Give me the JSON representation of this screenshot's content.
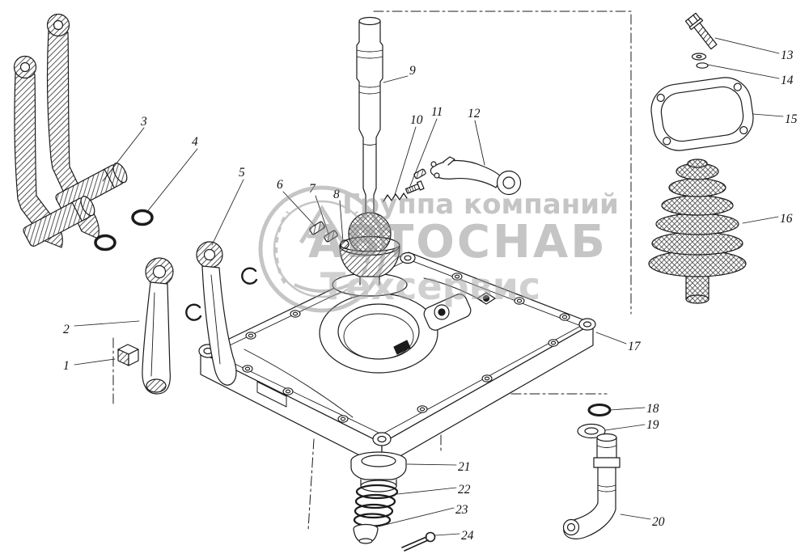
{
  "watermark": {
    "line1": "Группа компаний",
    "line2": "АВТОСНАБ",
    "line3": "Техсервис"
  },
  "callouts": [
    {
      "label": "1"
    },
    {
      "label": "2"
    },
    {
      "label": "3"
    },
    {
      "label": "4"
    },
    {
      "label": "5"
    },
    {
      "label": "6"
    },
    {
      "label": "7"
    },
    {
      "label": "8"
    },
    {
      "label": "9"
    },
    {
      "label": "10"
    },
    {
      "label": "11"
    },
    {
      "label": "12"
    },
    {
      "label": "13"
    },
    {
      "label": "14"
    },
    {
      "label": "15"
    },
    {
      "label": "16"
    },
    {
      "label": "17"
    },
    {
      "label": "18"
    },
    {
      "label": "19"
    },
    {
      "label": "20"
    },
    {
      "label": "21"
    },
    {
      "label": "22"
    },
    {
      "label": "23"
    },
    {
      "label": "24"
    }
  ]
}
